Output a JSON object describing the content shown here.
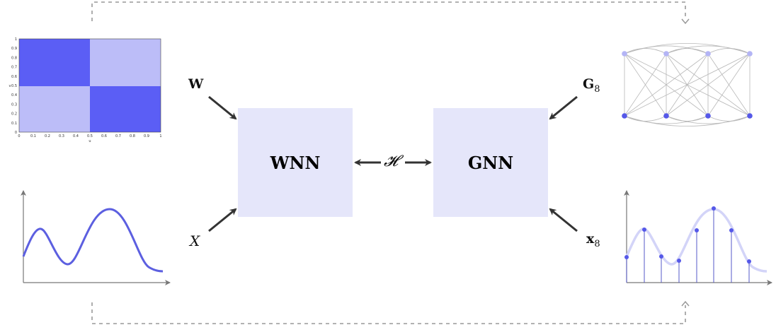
{
  "blocks": {
    "wnn": "WNN",
    "gnn": "GNN",
    "hilbert": "𝓗"
  },
  "inputs": {
    "graphon_label": "W",
    "signal_label": "X",
    "graph_label": "G",
    "graph_subscript": "8",
    "graph_signal_label": "x",
    "graph_signal_subscript": "8"
  },
  "heatmap": {
    "x_ticks": [
      "0",
      "0.1",
      "0.2",
      "0.3",
      "0.4",
      "0.5",
      "0.6",
      "0.7",
      "0.8",
      "0.9",
      "1"
    ],
    "y_ticks": [
      "0",
      "0.1",
      "0.2",
      "0.3",
      "0.4",
      "0.5",
      "0.6",
      "0.7",
      "0.8",
      "0.9",
      "1"
    ],
    "x_axis_label": "u",
    "y_axis_label": "v"
  },
  "colors": {
    "block_fill": "#e5e6fa",
    "dark_blue": "#5b5ef5",
    "light_blue": "#bcbdf8",
    "curve": "#5c5fe0",
    "arrow": "#333333",
    "dashed": "#999999"
  }
}
